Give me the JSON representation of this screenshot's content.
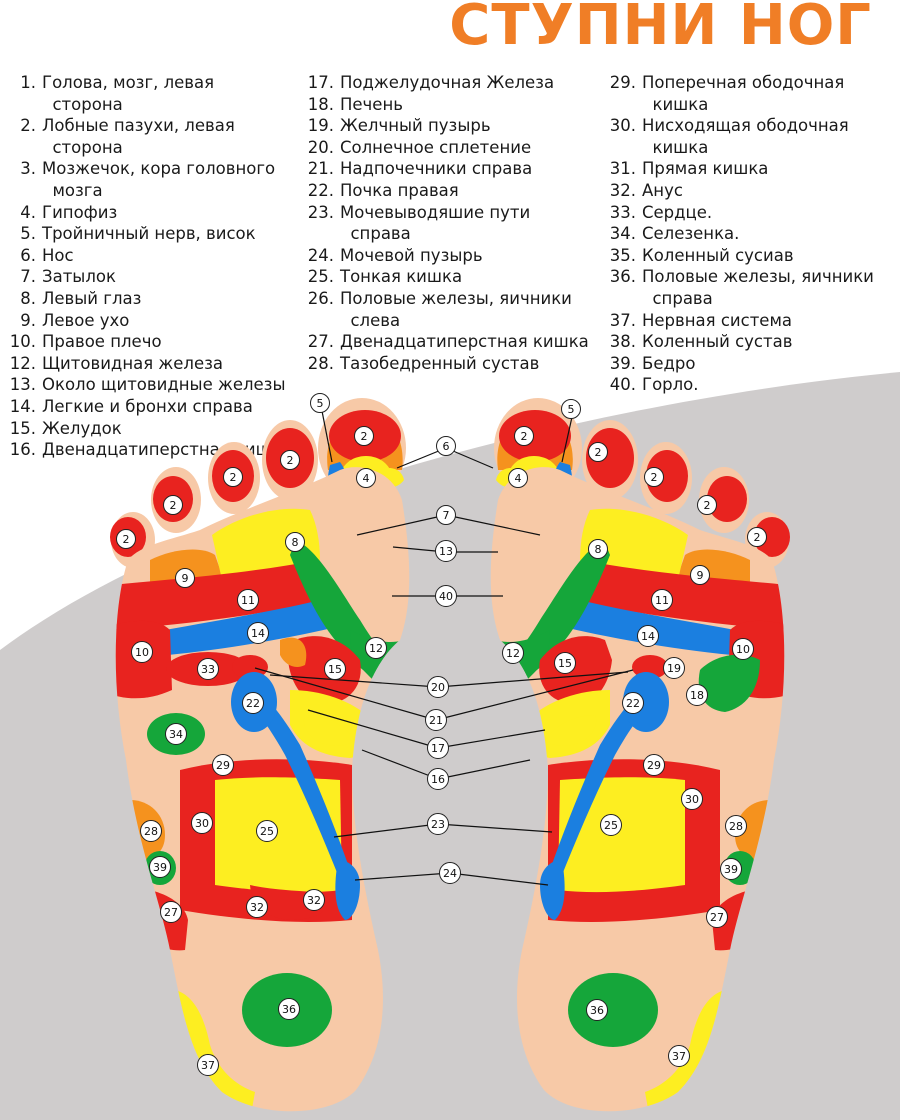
{
  "title": "СТУПНИ НОГ",
  "colors": {
    "title": "#f07e26",
    "skin": "#f7c9a7",
    "red": "#e8231f",
    "yellow": "#fdee21",
    "green": "#15a63a",
    "blue": "#1b7fe0",
    "orange": "#f5921e",
    "background_shape": "#cfcccc"
  },
  "legend": [
    {
      "num": "1.",
      "text": "Голова, мозг, левая\n  сторона"
    },
    {
      "num": "2.",
      "text": "Лобные пазухи, левая\n  сторона"
    },
    {
      "num": "3.",
      "text": "Мозжечок, кора головного\n  мозга"
    },
    {
      "num": "4.",
      "text": "Гипофиз"
    },
    {
      "num": "5.",
      "text": "Тройничный нерв, висок"
    },
    {
      "num": "6.",
      "text": "Нос"
    },
    {
      "num": "7.",
      "text": "Затылок"
    },
    {
      "num": "8.",
      "text": "Левый глаз"
    },
    {
      "num": "9.",
      "text": "Левое ухо"
    },
    {
      "num": "10.",
      "text": "Правое плечо"
    },
    {
      "num": "12.",
      "text": "Щитовидная железа"
    },
    {
      "num": "13.",
      "text": "Около щитовидные железы"
    },
    {
      "num": "14.",
      "text": "Легкие и бронхи справа"
    },
    {
      "num": "15.",
      "text": "Желудок"
    },
    {
      "num": "16.",
      "text": "Двенадцатиперстная кишка"
    },
    {
      "num": "17.",
      "text": "Поджелудочная Железа"
    },
    {
      "num": "18.",
      "text": "Печень"
    },
    {
      "num": "19.",
      "text": "Желчный пузырь"
    },
    {
      "num": "20.",
      "text": "Солнечное сплетение"
    },
    {
      "num": "21.",
      "text": "Надпочечники справа"
    },
    {
      "num": "22.",
      "text": "Почка правая"
    },
    {
      "num": "23.",
      "text": "Мочевыводяшие пути\n  справа"
    },
    {
      "num": "24.",
      "text": "Мочевой пузырь"
    },
    {
      "num": "25.",
      "text": "Тонкая кишка"
    },
    {
      "num": "26.",
      "text": "Половые железы, яичники\n  слева"
    },
    {
      "num": "27.",
      "text": "Двенадцатиперстная кишка"
    },
    {
      "num": "28.",
      "text": "Тазобедренный сустав"
    },
    {
      "num": "29.",
      "text": "Поперечная ободочная\n  кишка"
    },
    {
      "num": "30.",
      "text": "Нисходящая ободочная\n  кишка"
    },
    {
      "num": "31.",
      "text": "Прямая кишка"
    },
    {
      "num": "32.",
      "text": "Анус"
    },
    {
      "num": "33.",
      "text": "Сердце."
    },
    {
      "num": "34.",
      "text": "Селезенка."
    },
    {
      "num": "35.",
      "text": "Коленный сусиав"
    },
    {
      "num": "36.",
      "text": "Половые железы, яичники\n  справа"
    },
    {
      "num": "37.",
      "text": "Нервная система"
    },
    {
      "num": "38.",
      "text": "Коленный сустав"
    },
    {
      "num": "39.",
      "text": "Бедро"
    },
    {
      "num": "40.",
      "text": "Горло."
    }
  ],
  "badges": {
    "n2": "2",
    "n4": "4",
    "n5": "5",
    "n6": "6",
    "n7": "7",
    "n8": "8",
    "n9": "9",
    "n10": "10",
    "n11": "11",
    "n12": "12",
    "n13": "13",
    "n14": "14",
    "n15": "15",
    "n16": "16",
    "n17": "17",
    "n18": "18",
    "n19": "19",
    "n20": "20",
    "n21": "21",
    "n22": "22",
    "n23": "23",
    "n24": "24",
    "n25": "25",
    "n27": "27",
    "n28": "28",
    "n29": "29",
    "n30": "30",
    "n32": "32",
    "n33": "33",
    "n34": "34",
    "n36": "36",
    "n37": "37",
    "n39": "39",
    "n40": "40"
  }
}
